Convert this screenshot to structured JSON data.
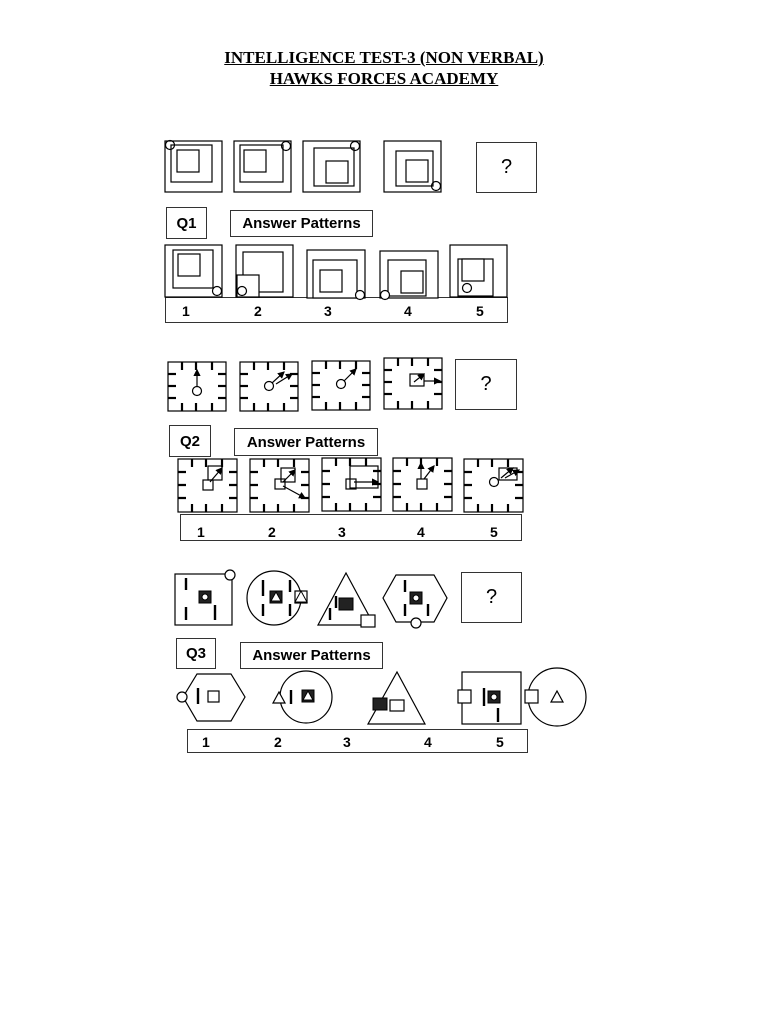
{
  "header": {
    "title_line1": "INTELLIGENCE TEST-3 (NON VERBAL)",
    "title_line2": "HAWKS FORCES ACADEMY"
  },
  "questions": [
    {
      "label": "Q1",
      "answer_label": "Answer Patterns",
      "question_mark": "?",
      "options": [
        "1",
        "2",
        "3",
        "4",
        "5"
      ]
    },
    {
      "label": "Q2",
      "answer_label": "Answer Patterns",
      "question_mark": "?",
      "options": [
        "1",
        "2",
        "3",
        "4",
        "5"
      ]
    },
    {
      "label": "Q3",
      "answer_label": "Answer Patterns",
      "question_mark": "?",
      "options": [
        "1",
        "2",
        "3",
        "4",
        "5"
      ]
    }
  ],
  "colors": {
    "ink": "#000000",
    "border": "#333333",
    "fill_dark": "#222222"
  }
}
